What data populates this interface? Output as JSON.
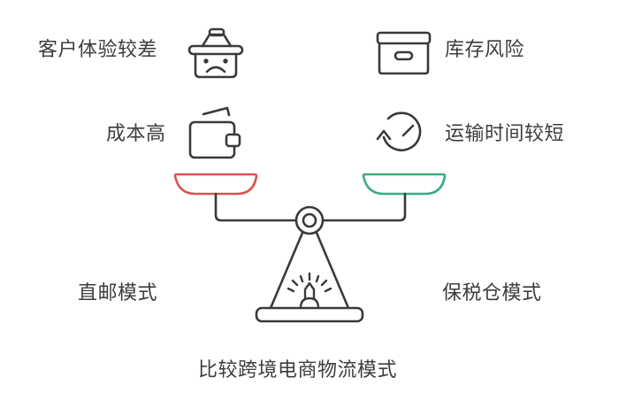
{
  "title": "比较跨境电商物流模式",
  "left_side": {
    "mode": "直邮模式",
    "factors": [
      {
        "label": "客户体验较差",
        "icon": "sad-basket-icon"
      },
      {
        "label": "成本高",
        "icon": "wallet-icon"
      }
    ],
    "pan_color": "#d9534f"
  },
  "right_side": {
    "mode": "保税仓模式",
    "factors": [
      {
        "label": "库存风险",
        "icon": "storage-box-icon"
      },
      {
        "label": "运输时间较短",
        "icon": "clock-refresh-icon"
      }
    ],
    "pan_color": "#3dab7f"
  },
  "colors": {
    "stroke": "#3a3a3a",
    "text": "#3d3d3d",
    "background": "#ffffff"
  }
}
